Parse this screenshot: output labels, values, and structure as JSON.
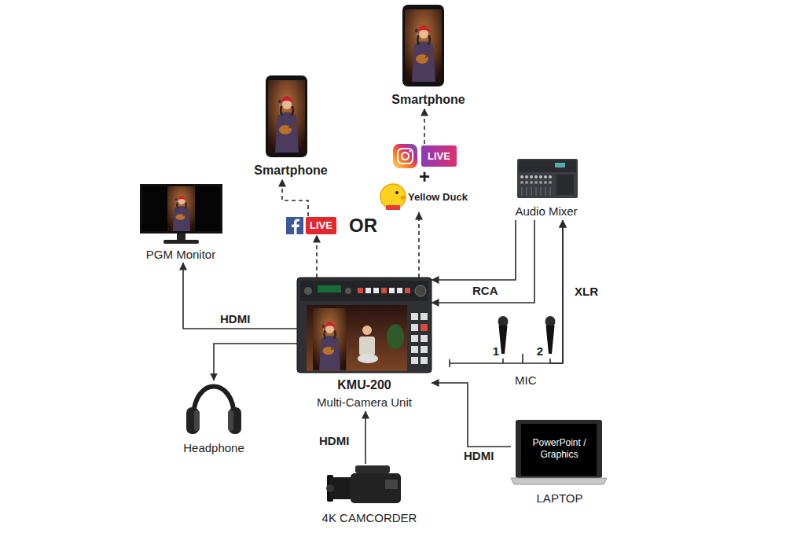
{
  "diagram": {
    "nodes": [
      {
        "text": [
          "Smartphone"
        ]
      },
      {
        "text": [
          "Smartphone"
        ]
      },
      {
        "text": [
          "LIVE"
        ]
      },
      {
        "text": [
          "Audio Mixer"
        ]
      },
      {
        "text": [
          "Yellow Duck"
        ]
      },
      {
        "text": [
          "PGM Monitor"
        ]
      },
      {
        "text": [
          "LIVE"
        ]
      },
      {
        "text": [
          "KMU-200",
          "Multi-Camera Unit"
        ]
      },
      {
        "text": [
          "1"
        ]
      },
      {
        "text": [
          "2"
        ]
      },
      {
        "text": [
          "Headphone"
        ]
      },
      {
        "text": [
          "PowerPoint / Graphics",
          "LAPTOP"
        ]
      },
      {
        "text": [
          "4K CAMCORDER"
        ]
      }
    ],
    "edges": [
      {
        "from": 7,
        "to": 5,
        "arrow": "to",
        "label": "HDMI"
      },
      {
        "from": 7,
        "to": 10,
        "arrow": "to"
      },
      {
        "from": 7,
        "to": 6,
        "arrow": "to"
      },
      {
        "from": 6,
        "to": 1,
        "arrow": "to"
      },
      {
        "from": 7,
        "to": 4,
        "arrow": "to"
      },
      {
        "from": 2,
        "to": 0,
        "arrow": "to"
      },
      {
        "from": 3,
        "to": 7,
        "arrow": "to",
        "label": "RCA"
      },
      {
        "from": 3,
        "to": 7,
        "arrow": "to"
      },
      {
        "from": 8,
        "to": 3,
        "arrow": "to",
        "label": "XLR"
      },
      {
        "from": 9,
        "to": 3,
        "arrow": "to"
      },
      {
        "from": 12,
        "to": 7,
        "arrow": "to",
        "label": "HDMI"
      },
      {
        "from": 11,
        "to": 7,
        "arrow": "to",
        "label": "HDMI"
      }
    ],
    "labels": [
      "OR",
      "+",
      "MIC"
    ]
  }
}
